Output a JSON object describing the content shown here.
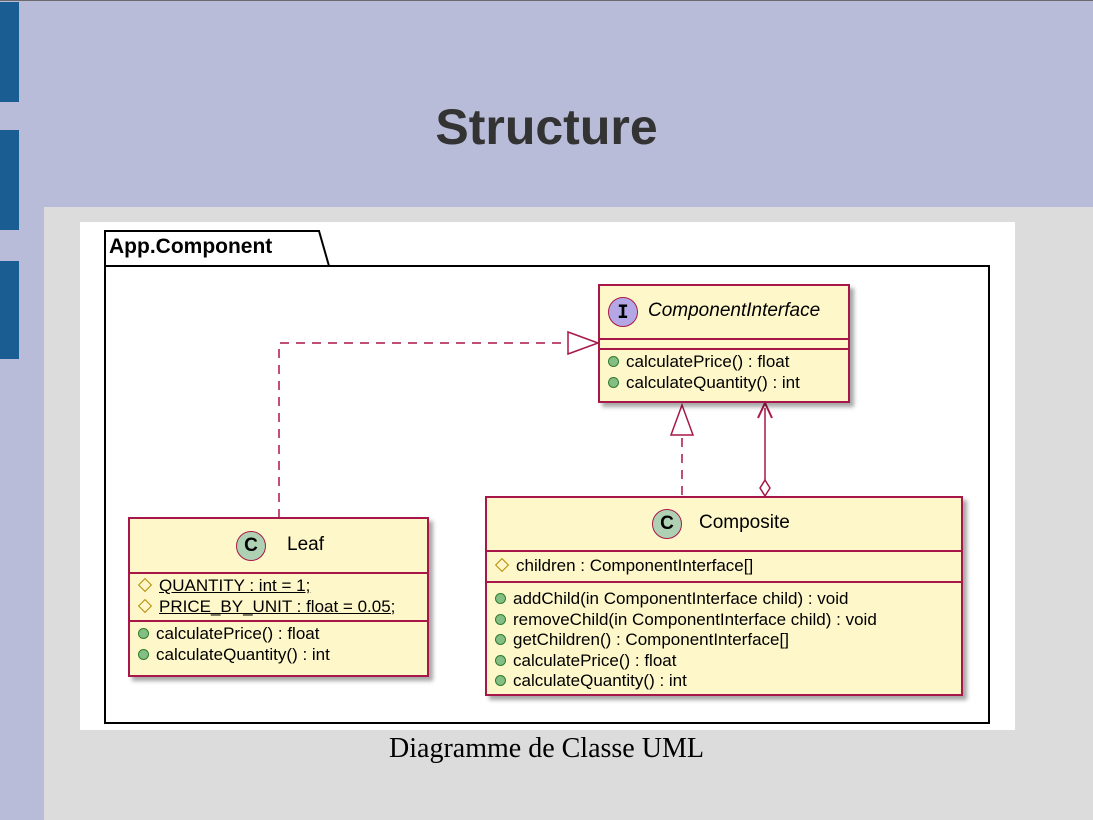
{
  "slide": {
    "title": "Structure",
    "caption": "Diagramme de Classe UML"
  },
  "diagram": {
    "package": "App.Component",
    "interface": {
      "stereotype": "I",
      "name": "ComponentInterface",
      "methods": [
        "calculatePrice() : float",
        "calculateQuantity() : int"
      ]
    },
    "leaf": {
      "stereotype": "C",
      "name": "Leaf",
      "fields": [
        "QUANTITY : int = 1;",
        "PRICE_BY_UNIT : float = 0.05;"
      ],
      "methods": [
        "calculatePrice() : float",
        "calculateQuantity() : int"
      ]
    },
    "composite": {
      "stereotype": "C",
      "name": "Composite",
      "fields": [
        "children : ComponentInterface[]"
      ],
      "methods": [
        "addChild(in ComponentInterface child) : void",
        "removeChild(in ComponentInterface child) : void",
        "getChildren() : ComponentInterface[]",
        "calculatePrice() : float",
        "calculateQuantity() : int"
      ]
    },
    "colors": {
      "class_fill": "#fef7c9",
      "class_border": "#a8174a",
      "class_badge": "#add1b2",
      "interface_badge": "#b4a7e5",
      "public_dot": "#84be84",
      "header_band": "#b8bcd9",
      "sidebar_marker": "#1a5d92"
    }
  }
}
